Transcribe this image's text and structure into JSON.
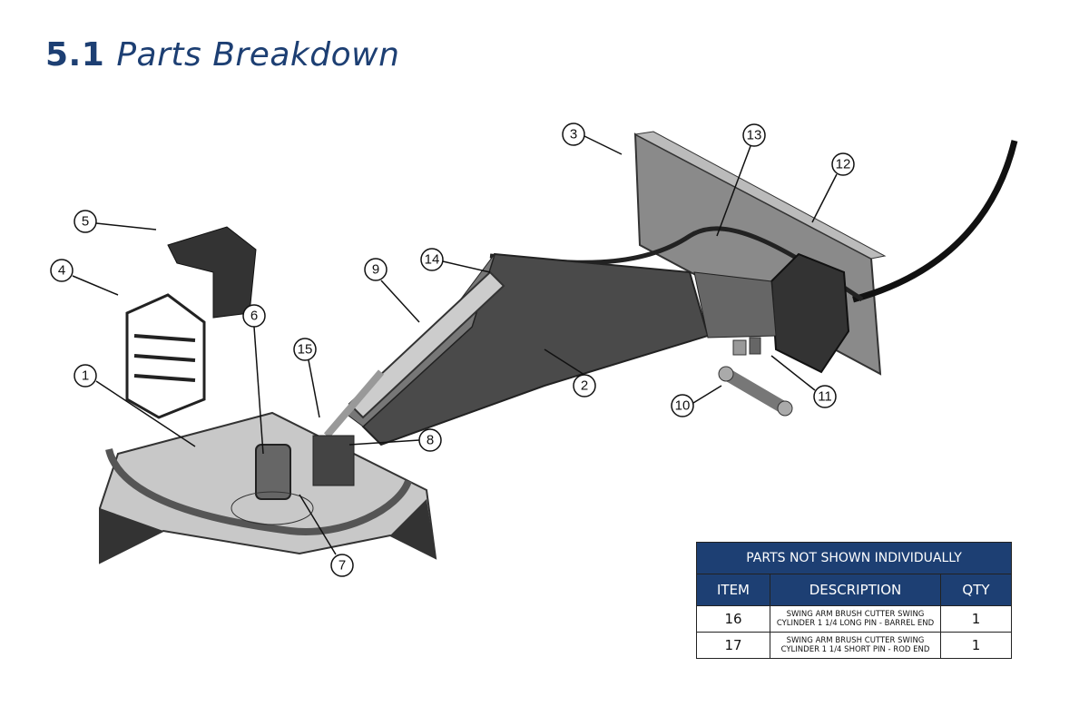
{
  "title": {
    "number": "5.1",
    "text": "Parts Breakdown"
  },
  "callouts": [
    "1",
    "2",
    "3",
    "4",
    "5",
    "6",
    "7",
    "8",
    "9",
    "10",
    "11",
    "12",
    "13",
    "14",
    "15"
  ],
  "table": {
    "caption": "PARTS NOT SHOWN INDIVIDUALLY",
    "headers": [
      "ITEM",
      "DESCRIPTION",
      "QTY"
    ],
    "rows": [
      {
        "item": "16",
        "description_line1": "SWING ARM BRUSH CUTTER SWING",
        "description_line2": "CYLINDER 1 1/4 LONG PIN - BARREL END",
        "qty": "1"
      },
      {
        "item": "17",
        "description_line1": "SWING ARM BRUSH CUTTER SWING",
        "description_line2": "CYLINDER 1 1/4 SHORT PIN - ROD END",
        "qty": "1"
      }
    ]
  },
  "colors": {
    "brand": "#1d3f73"
  }
}
